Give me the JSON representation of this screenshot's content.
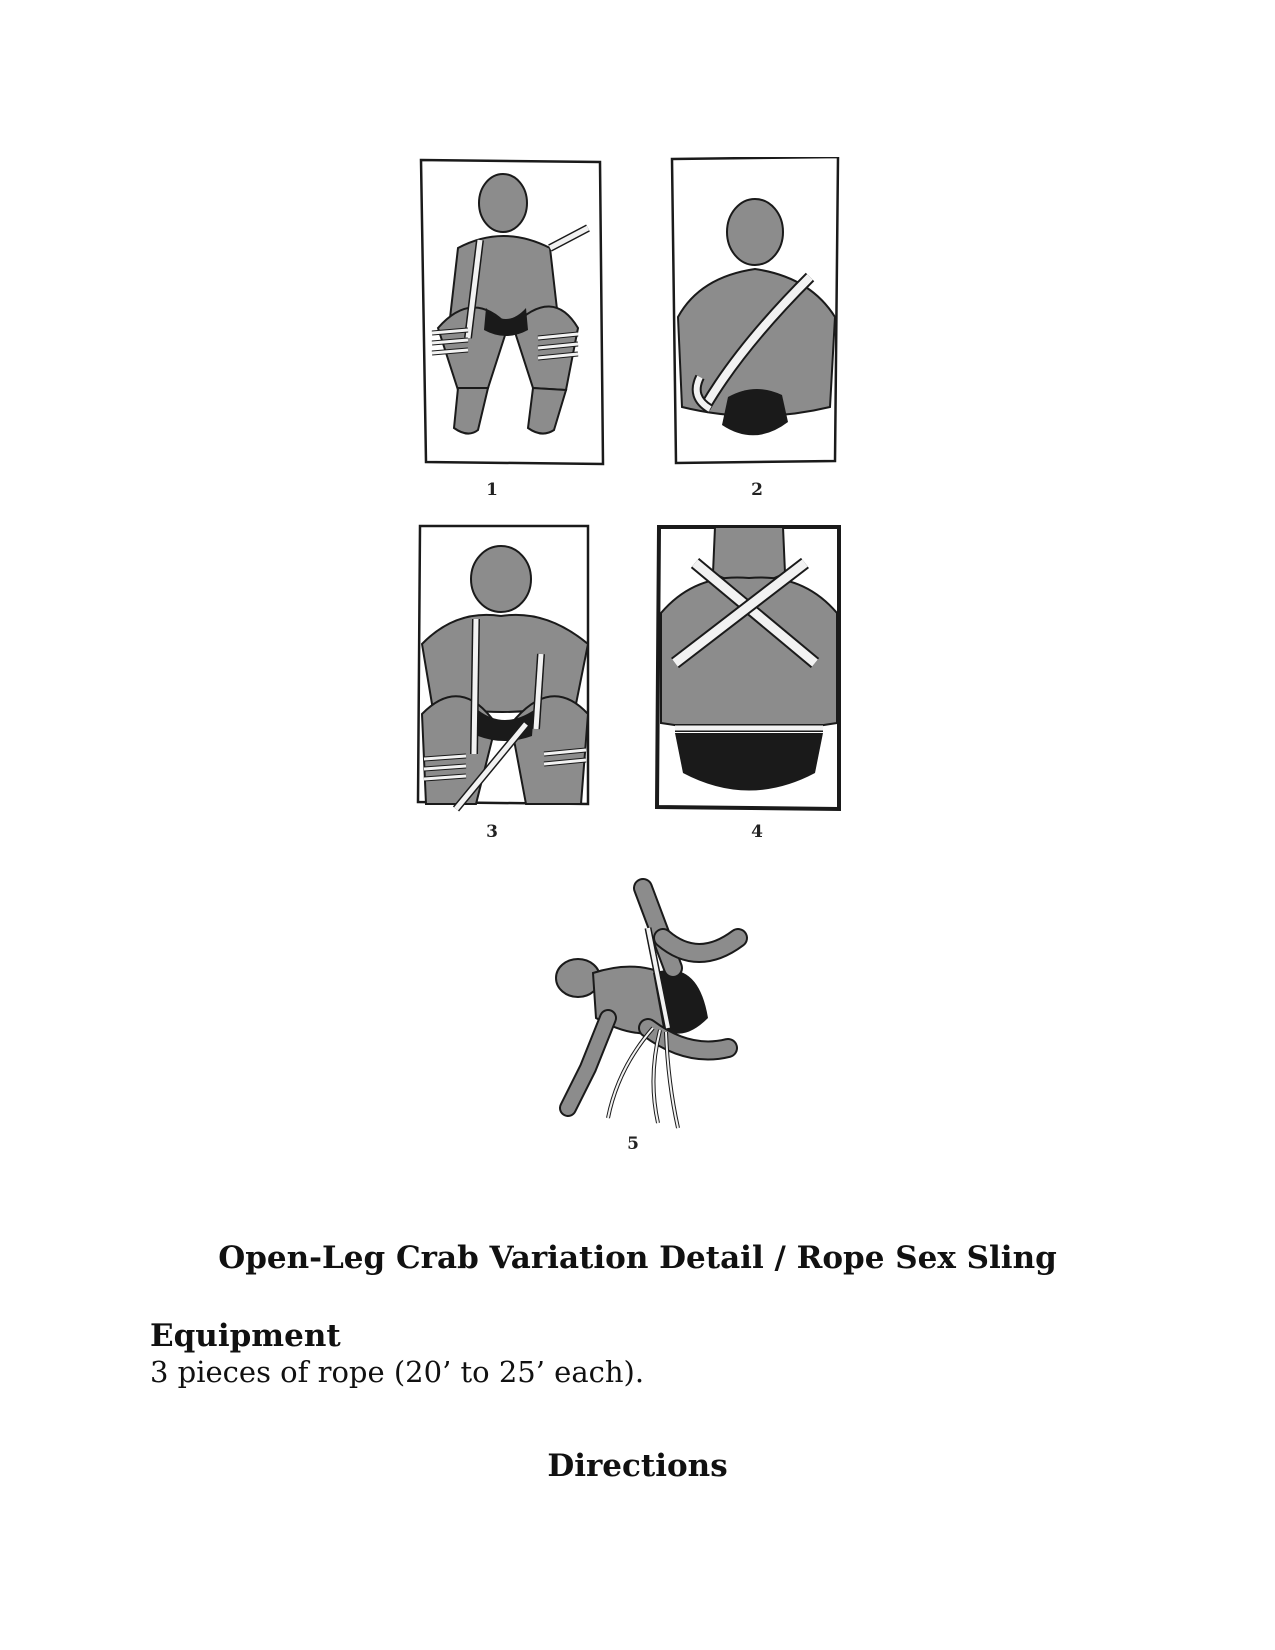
{
  "figures": [
    {
      "label": "1"
    },
    {
      "label": "2"
    },
    {
      "label": "3"
    },
    {
      "label": "4"
    },
    {
      "label": "5"
    }
  ],
  "title": "Open-Leg Crab Variation Detail / Rope Sex Sling",
  "equipment": {
    "heading": "Equipment",
    "text": "3 pieces of rope (20’ to 25’ each)."
  },
  "directions": {
    "heading": "Directions"
  },
  "colors": {
    "figure_gray": "#8c8c8c",
    "rope_white": "#f2f2f2",
    "ink": "#1a1a1a"
  }
}
